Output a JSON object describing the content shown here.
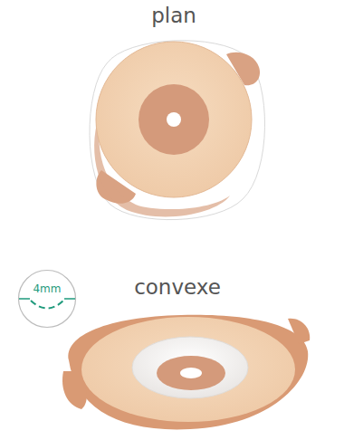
{
  "diagram": {
    "nodes": [
      {
        "text": [
          "4mm"
        ]
      }
    ],
    "labels": [
      "plan",
      "convexe"
    ]
  }
}
